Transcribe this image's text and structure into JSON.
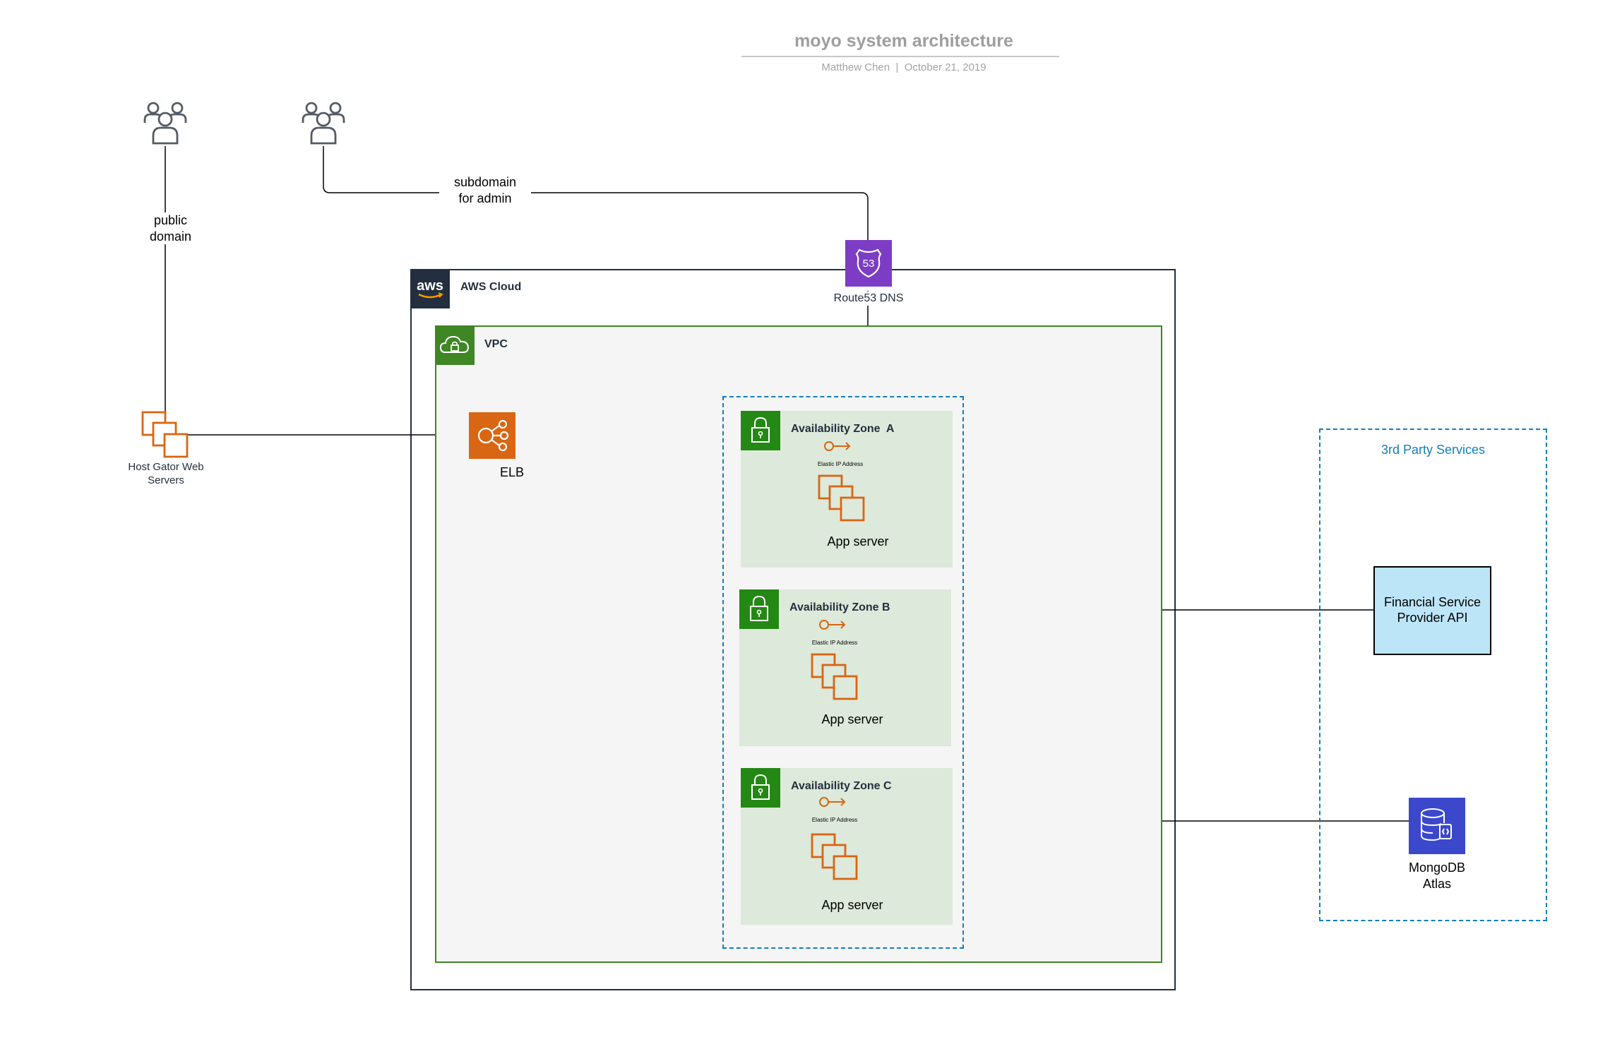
{
  "title": "moyo system architecture",
  "author": "Matthew Chen",
  "separator": "|",
  "date": "October 21, 2019",
  "users": [
    {
      "name": "users-group-public",
      "icon": "users-icon"
    },
    {
      "name": "users-group-admin",
      "icon": "users-icon"
    }
  ],
  "connections": {
    "public_domain": "public\ndomain",
    "subdomain_admin": "subdomain\nfor admin"
  },
  "route53": {
    "label": "Route53 DNS",
    "icon": "route53-icon",
    "color": "#7d3cc4",
    "badge": "53"
  },
  "aws_cloud": {
    "label": "AWS Cloud",
    "logo": "aws",
    "color": "#232f3e"
  },
  "vpc": {
    "label": "VPC",
    "icon": "vpc-cloud-lock-icon",
    "color": "#3f8624"
  },
  "host_gator": {
    "label": "Host Gator Web\nServers",
    "icon": "ec2-instances-icon"
  },
  "elb": {
    "label": "ELB",
    "icon": "elb-icon",
    "color": "#d86613"
  },
  "availability_zones": [
    {
      "title": "Availability Zone  A",
      "eip": "Elastic IP Address",
      "server": "App server"
    },
    {
      "title": "Availability Zone B",
      "eip": "Elastic IP Address",
      "server": "App server"
    },
    {
      "title": "Availability Zone C",
      "eip": "Elastic IP Address",
      "server": "App server"
    }
  ],
  "third_party": {
    "label": "3rd Party Services",
    "financial_api": "Financial Service\nProvider API",
    "mongodb": {
      "label": "MongoDB\nAtlas",
      "icon": "database-icon",
      "color": "#3b48cc"
    }
  },
  "colors": {
    "orange": "#d86613",
    "az_fill": "#dde9da",
    "dashed_blue": "#147eba",
    "fsp_fill": "#bde5f8"
  }
}
